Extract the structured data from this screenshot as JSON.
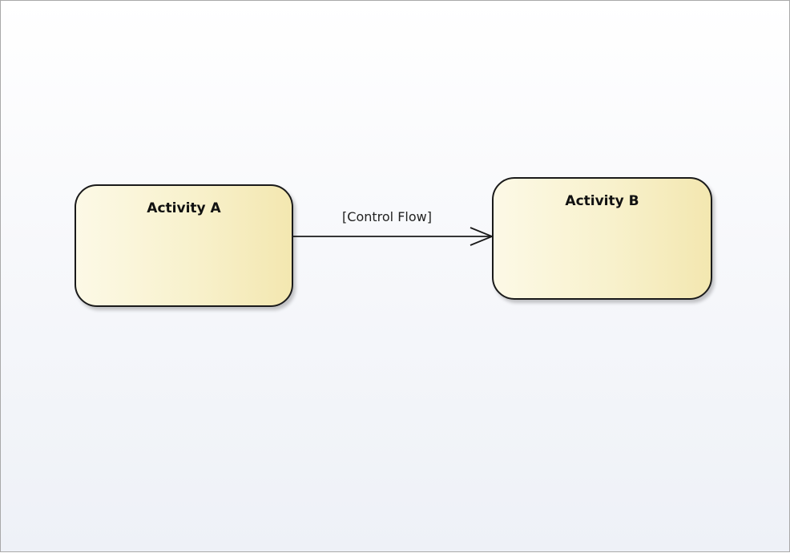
{
  "diagram": {
    "nodes": [
      {
        "id": "activity-a",
        "label": "Activity A"
      },
      {
        "id": "activity-b",
        "label": "Activity B"
      }
    ],
    "edges": [
      {
        "from": "activity-a",
        "to": "activity-b",
        "label": "[Control Flow]"
      }
    ],
    "colors": {
      "node_fill_light": "#fcf9e6",
      "node_fill_dark": "#f3e7b0",
      "node_border": "#1a1a1a",
      "edge": "#1a1a1a"
    }
  }
}
